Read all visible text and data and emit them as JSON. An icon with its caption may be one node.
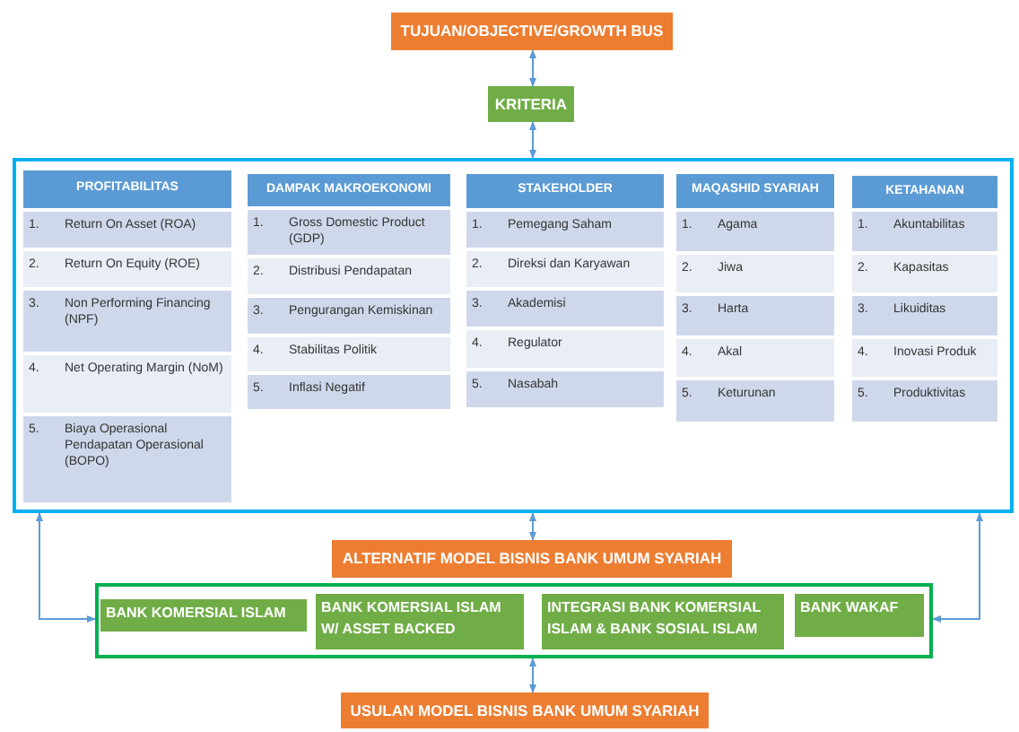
{
  "diagram": {
    "nodes": [
      {
        "text": [
          "TUJUAN/OBJECTIVE/GROWTH BUS"
        ]
      },
      {
        "text": [
          "KRITERIA"
        ]
      },
      {
        "text": [],
        "shape": "box"
      },
      {
        "text": [
          "PROFITABILITAS"
        ],
        "in": 2
      },
      {
        "text": [
          "1.",
          "Return On Asset (ROA)"
        ],
        "in": 2
      },
      {
        "text": [
          "2.",
          "Return On Equity (ROE)"
        ],
        "in": 2
      },
      {
        "text": [
          "3.",
          "Non Performing Financing (NPF)"
        ],
        "in": 2
      },
      {
        "text": [
          "4.",
          "Net Operating Margin (NoM)"
        ],
        "in": 2
      },
      {
        "text": [
          "5.",
          "Biaya Operasional Pendapatan Operasional (BOPO)"
        ],
        "in": 2
      },
      {
        "text": [
          "DAMPAK MAKROEKONOMI"
        ],
        "in": 2
      },
      {
        "text": [
          "1.",
          "Gross Domestic Product (GDP)"
        ],
        "in": 2
      },
      {
        "text": [
          "2.",
          "Distribusi Pendapatan"
        ],
        "in": 2
      },
      {
        "text": [
          "3.",
          "Pengurangan Kemiskinan"
        ],
        "in": 2
      },
      {
        "text": [
          "4.",
          "Stabilitas Politik"
        ],
        "in": 2
      },
      {
        "text": [
          "5.",
          "Inflasi Negatif"
        ],
        "in": 2
      },
      {
        "text": [
          "STAKEHOLDER"
        ],
        "in": 2
      },
      {
        "text": [
          "1.",
          "Pemegang Saham"
        ],
        "in": 2
      },
      {
        "text": [
          "2.",
          "Direksi dan Karyawan"
        ],
        "in": 2
      },
      {
        "text": [
          "3.",
          "Akademisi"
        ],
        "in": 2
      },
      {
        "text": [
          "4.",
          "Regulator"
        ],
        "in": 2
      },
      {
        "text": [
          "5.",
          "Nasabah"
        ],
        "in": 2
      },
      {
        "text": [
          "MAQASHID SYARIAH"
        ],
        "in": 2
      },
      {
        "text": [
          "1.",
          "Agama"
        ],
        "in": 2
      },
      {
        "text": [
          "2.",
          "Jiwa"
        ],
        "in": 2
      },
      {
        "text": [
          "3.",
          "Harta"
        ],
        "in": 2
      },
      {
        "text": [
          "4.",
          "Akal"
        ],
        "in": 2
      },
      {
        "text": [
          "5.",
          "Keturunan"
        ],
        "in": 2
      },
      {
        "text": [
          "KETAHANAN"
        ],
        "in": 2
      },
      {
        "text": [
          "1.",
          "Akuntabilitas"
        ],
        "in": 2
      },
      {
        "text": [
          "2.",
          "Kapasitas"
        ],
        "in": 2
      },
      {
        "text": [
          "3.",
          "Likuiditas"
        ],
        "in": 2
      },
      {
        "text": [
          "4.",
          "Inovasi Produk"
        ],
        "in": 2
      },
      {
        "text": [
          "5.",
          "Produktivitas"
        ],
        "in": 2
      },
      {
        "text": [
          "ALTERNATIF MODEL BISNIS BANK UMUM SYARIAH"
        ]
      },
      {
        "text": [],
        "shape": "box"
      },
      {
        "text": [
          "BANK KOMERSIAL ISLAM"
        ],
        "in": 34
      },
      {
        "text": [
          "BANK KOMERSIAL ISLAM W/ ASSET BACKED"
        ],
        "in": 34
      },
      {
        "text": [
          "INTEGRASI BANK KOMERSIAL ISLAM & BANK SOSIAL ISLAM"
        ],
        "in": 34
      },
      {
        "text": [
          "BANK WAKAF"
        ],
        "in": 34
      },
      {
        "text": [
          "USULAN MODEL BISNIS BANK UMUM SYARIAH"
        ]
      }
    ],
    "edges": [
      {
        "from": 0,
        "to": 1,
        "arrow": "both"
      },
      {
        "from": 1,
        "to": 2,
        "arrow": "both"
      },
      {
        "from": 2,
        "to": 33,
        "arrow": "both"
      },
      {
        "from": 34,
        "to": 2,
        "arrow": "both"
      },
      {
        "from": 34,
        "to": 2,
        "arrow": "both"
      },
      {
        "from": 34,
        "to": 39,
        "arrow": "both"
      }
    ]
  }
}
